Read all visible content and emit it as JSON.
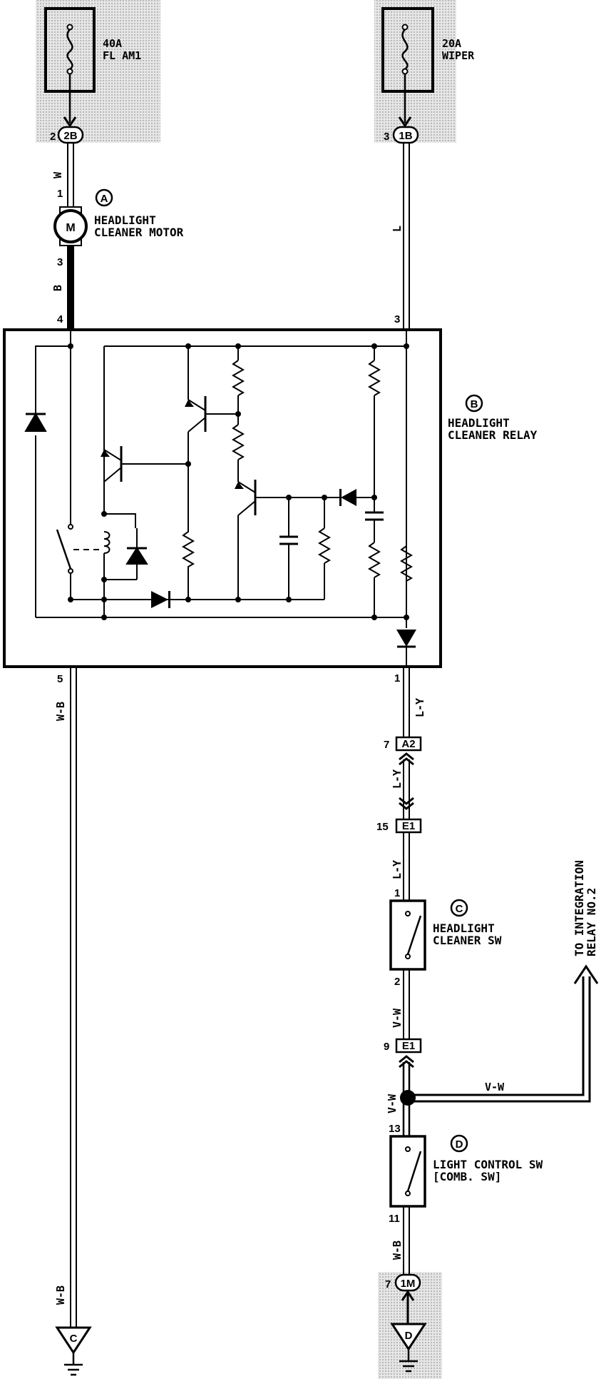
{
  "fuses": {
    "left": {
      "rating": "40A",
      "name": "FL AM1"
    },
    "right": {
      "rating": "20A",
      "name": "WIPER"
    }
  },
  "connectors": {
    "c2b": "2B",
    "c1b": "1B",
    "a2": "A2",
    "e1_top": "E1",
    "e1_bottom": "E1",
    "c1m": "1M"
  },
  "pins": {
    "p2": "2",
    "p1_motor": "1",
    "p3_motor": "3",
    "p4": "4",
    "p3_fuse": "3",
    "p3_relay": "3",
    "p5": "5",
    "p1_relay": "1",
    "p7_a2": "7",
    "p15": "15",
    "p1_sw": "1",
    "p2_sw": "2",
    "p9": "9",
    "p13": "13",
    "p11": "11",
    "p7_1m": "7"
  },
  "wire_colors": {
    "w": "W",
    "l": "L",
    "b": "B",
    "wb_upper": "W-B",
    "wb_lower": "W-B",
    "ly1": "L-Y",
    "ly2": "L-Y",
    "ly3": "L-Y",
    "vw1": "V-W",
    "vw2": "V-W",
    "vw_branch": "V-W",
    "wb_right": "W-B"
  },
  "components": {
    "a": {
      "letter": "A",
      "line1": "HEADLIGHT",
      "line2": "CLEANER MOTOR",
      "symbol": "M"
    },
    "b": {
      "letter": "B",
      "line1": "HEADLIGHT",
      "line2": "CLEANER RELAY"
    },
    "c": {
      "letter": "C",
      "line1": "HEADLIGHT",
      "line2": "CLEANER SW"
    },
    "d": {
      "letter": "D",
      "line1": "LIGHT CONTROL SW",
      "line2": "[COMB. SW]"
    }
  },
  "to_label": {
    "line1": "TO INTEGRATION",
    "line2": "RELAY NO.2"
  },
  "grounds": {
    "left": "C",
    "right": "D"
  },
  "colors": {
    "ink": "#000000",
    "shade": "#d2d2d2",
    "paper": "#ffffff"
  }
}
